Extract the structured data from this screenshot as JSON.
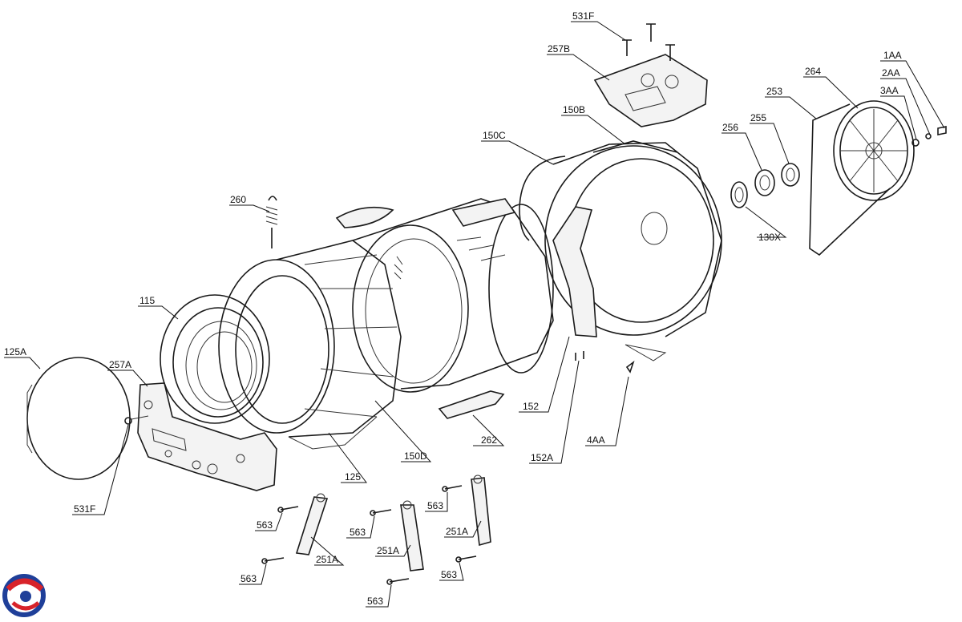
{
  "diagram": {
    "labels": {
      "l531f_top": "531F",
      "l257b": "257B",
      "l1aa": "1AA",
      "l2aa": "2AA",
      "l3aa": "3AA",
      "l264": "264",
      "l253": "253",
      "l256": "256",
      "l255": "255",
      "l150b": "150B",
      "l150c": "150C",
      "l130x": "130X",
      "l260": "260",
      "l115": "115",
      "l125a": "125A",
      "l257a": "257A",
      "l531f_bottom": "531F",
      "l125": "125",
      "l150d": "150D",
      "l262": "262",
      "l152": "152",
      "l152a": "152A",
      "l4aa": "4AA",
      "l563_a": "563",
      "l563_b": "563",
      "l563_c": "563",
      "l563_d": "563",
      "l563_e": "563",
      "l563_f": "563",
      "l251a_a": "251A",
      "l251a_b": "251A",
      "l251a_c": "251A"
    }
  },
  "colors": {
    "line": "#1a1a1a",
    "logo_red": "#d8232a",
    "logo_blue": "#1f3f99"
  }
}
